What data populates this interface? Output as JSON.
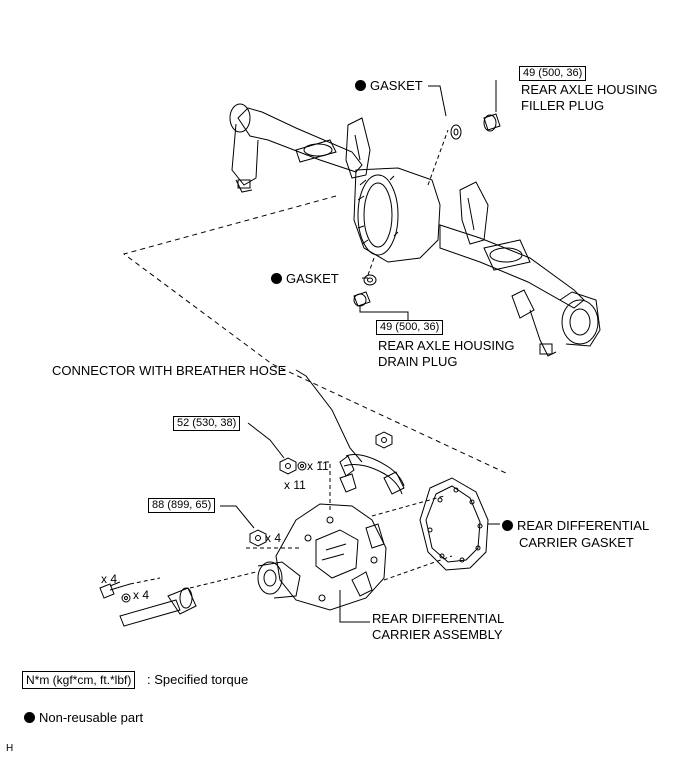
{
  "diagram": {
    "callouts": {
      "gasket_top": "GASKET",
      "filler_torque": "49 (500, 36)",
      "filler_plug_line1": "REAR AXLE HOUSING",
      "filler_plug_line2": "FILLER PLUG",
      "gasket_bottom": "GASKET",
      "drain_torque": "49 (500, 36)",
      "drain_plug_line1": "REAR AXLE HOUSING",
      "drain_plug_line2": "DRAIN PLUG",
      "connector_breather": "CONNECTOR WITH BREATHER HOSE",
      "nut_torque": "52 (530, 38)",
      "nut_qty_a": "x 11",
      "nut_qty_b": "x 11",
      "bolt_torque": "88 (899, 65)",
      "bolt_qty": "x 4",
      "carrier_gasket_line1": "REAR DIFFERENTIAL",
      "carrier_gasket_line2": "CARRIER GASKET",
      "shaft_qty_a": "x 4",
      "shaft_qty_b": "x 4",
      "carrier_assy_line1": "REAR DIFFERENTIAL",
      "carrier_assy_line2": "CARRIER ASSEMBLY"
    },
    "legend": {
      "torque_box": "N*m (kgf*cm, ft.*lbf)",
      "torque_text": ": Specified torque",
      "non_reusable": "Non-reusable part"
    },
    "figure_code": "H"
  }
}
